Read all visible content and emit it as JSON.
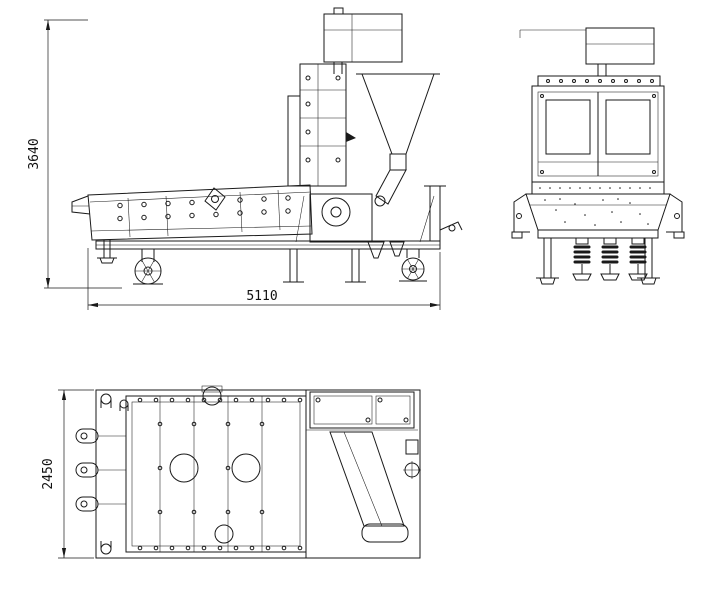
{
  "page": {
    "background": "#ffffff",
    "line_color": "#1a1a1a"
  },
  "drawing": {
    "views": {
      "side": "side-elevation",
      "end": "end-elevation",
      "plan": "top-plan"
    },
    "dimensions": {
      "height": "3640",
      "length": "5110",
      "width": "2450"
    }
  }
}
